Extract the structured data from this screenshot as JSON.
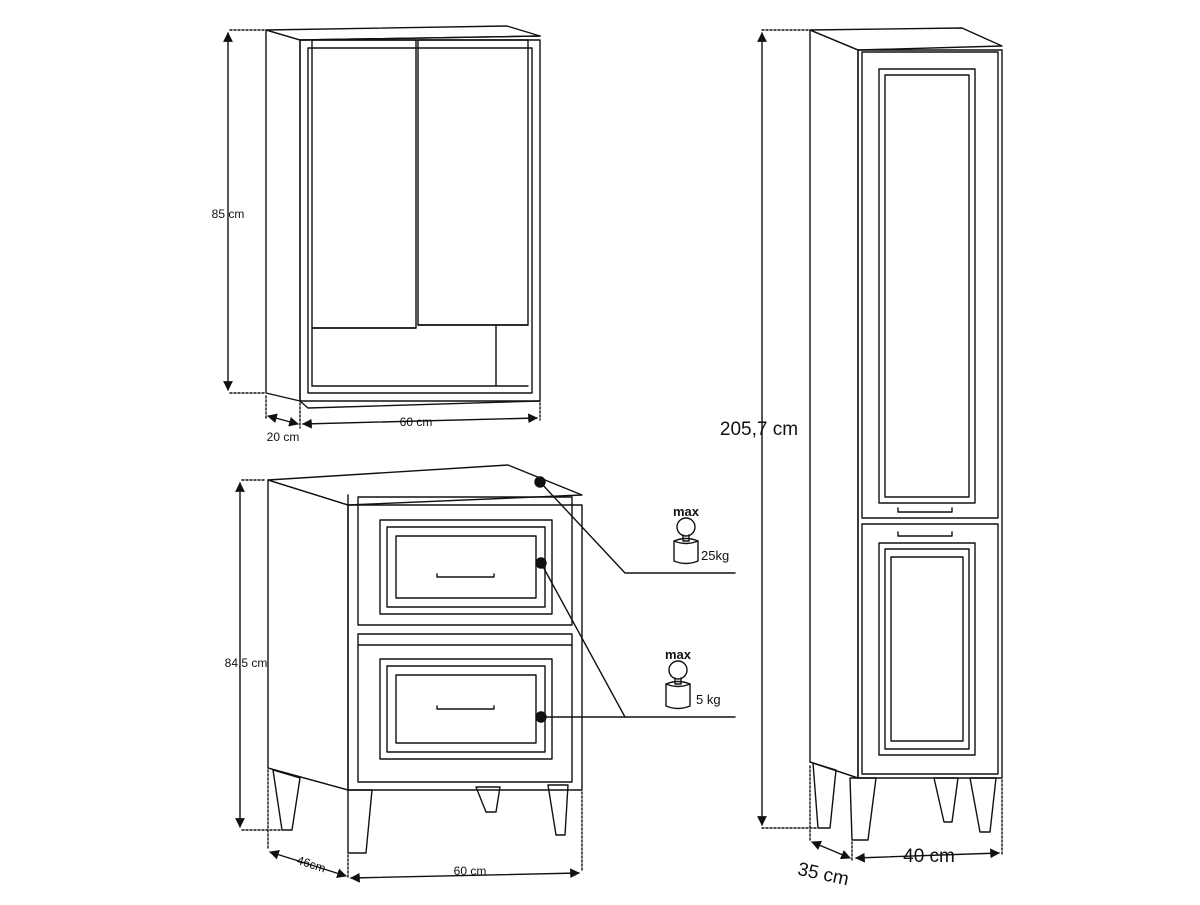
{
  "wall_cabinet": {
    "height_label": "85 cm",
    "width_label": "60 cm",
    "depth_label": "20 cm"
  },
  "drawer_cabinet": {
    "height_label": "84,5 cm",
    "width_label": "60 cm",
    "depth_label": "46cm"
  },
  "tall_cabinet": {
    "height_label": "205,7 cm",
    "width_label": "40 cm",
    "depth_label": "35 cm"
  },
  "load_top": {
    "max_label": "max",
    "weight_label": "25kg"
  },
  "load_drawer": {
    "max_label": "max",
    "weight_label": "5 kg"
  }
}
